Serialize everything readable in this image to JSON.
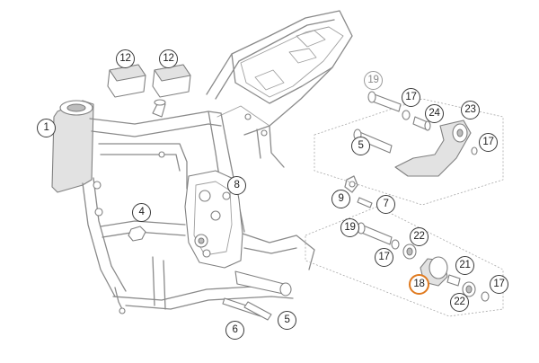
{
  "diagram": {
    "accent_color": "#e07a1f",
    "parts": [
      {
        "id": "c-12a",
        "label": "12"
      },
      {
        "id": "c-12b",
        "label": "12"
      },
      {
        "id": "c-1",
        "label": "1"
      },
      {
        "id": "c-19top",
        "label": "19"
      },
      {
        "id": "c-17a",
        "label": "17"
      },
      {
        "id": "c-24",
        "label": "24"
      },
      {
        "id": "c-23",
        "label": "23"
      },
      {
        "id": "c-17b",
        "label": "17"
      },
      {
        "id": "c-5a",
        "label": "5"
      },
      {
        "id": "c-8",
        "label": "8"
      },
      {
        "id": "c-9",
        "label": "9"
      },
      {
        "id": "c-7",
        "label": "7"
      },
      {
        "id": "c-4",
        "label": "4"
      },
      {
        "id": "c-19b",
        "label": "19"
      },
      {
        "id": "c-22a",
        "label": "22"
      },
      {
        "id": "c-17c",
        "label": "17"
      },
      {
        "id": "c-21",
        "label": "21"
      },
      {
        "id": "c-18",
        "label": "18"
      },
      {
        "id": "c-17d",
        "label": "17"
      },
      {
        "id": "c-22b",
        "label": "22"
      },
      {
        "id": "c-6",
        "label": "6"
      },
      {
        "id": "c-5b",
        "label": "5"
      }
    ]
  }
}
